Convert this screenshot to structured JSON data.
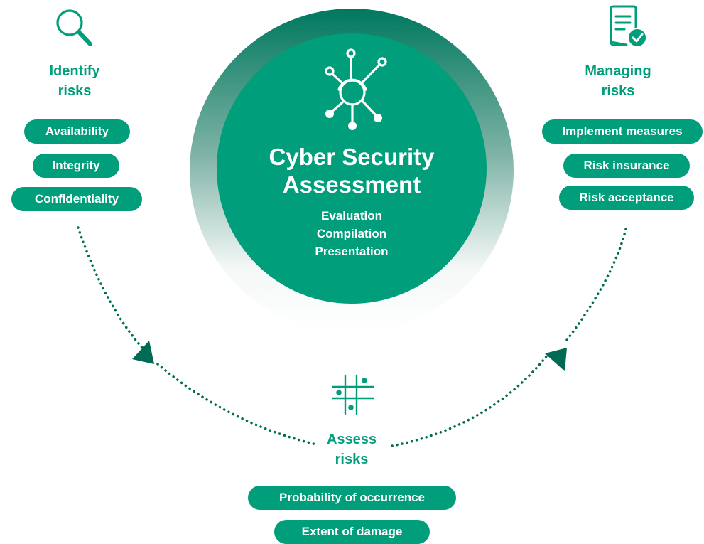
{
  "center": {
    "title_line1": "Cyber Security",
    "title_line2": "Assessment",
    "subtitles": [
      "Evaluation",
      "Compilation",
      "Presentation"
    ],
    "icon": "network-node-icon"
  },
  "identify": {
    "heading_line1": "Identify",
    "heading_line2": "risks",
    "icon": "magnifier-icon",
    "items": [
      "Availability",
      "Integrity",
      "Confidentiality"
    ]
  },
  "managing": {
    "heading_line1": "Managing",
    "heading_line2": "risks",
    "icon": "document-check-icon",
    "items": [
      "Implement measures",
      "Risk insurance",
      "Risk acceptance"
    ]
  },
  "assess": {
    "heading_line1": "Assess",
    "heading_line2": "risks",
    "icon": "grid-matrix-icon",
    "items": [
      "Probability of occurrence",
      "Extent of damage"
    ]
  },
  "colors": {
    "primary": "#009e7b",
    "dark": "#006b55",
    "white": "#ffffff"
  }
}
